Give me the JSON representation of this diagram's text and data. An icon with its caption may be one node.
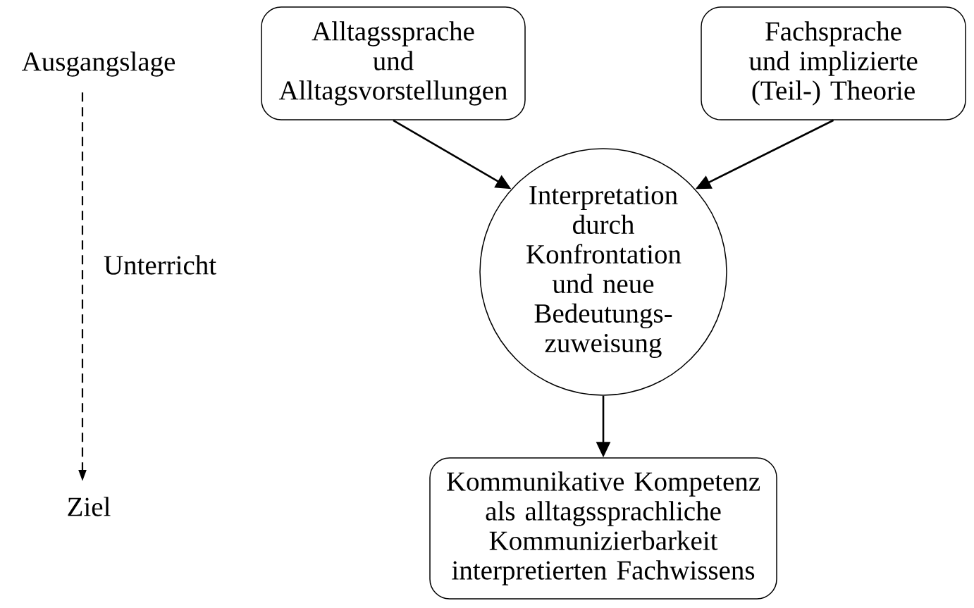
{
  "diagram": {
    "nodes": [
      {
        "text": [
          "Ausgangslage"
        ]
      },
      {
        "text": [
          "Ziel"
        ]
      },
      {
        "text": [
          "Alltagssprache und Alltagsvorstellungen"
        ]
      },
      {
        "text": [
          "Fachsprache und implizierte (Teil-) Theorie"
        ]
      },
      {
        "text": [
          "Interpretation durch Konfrontation und neue Bedeutungs- zuweisung"
        ]
      },
      {
        "text": [
          "Kommunikative Kompetenz als alltagssprachliche Kommunizierbarkeit interpretierten Fachwissens"
        ]
      }
    ],
    "edges": [
      {
        "from": 0,
        "to": 1,
        "arrow": "to",
        "style": "dashed",
        "label": "Unterricht"
      },
      {
        "from": 2,
        "to": 4,
        "arrow": "to"
      },
      {
        "from": 3,
        "to": 4,
        "arrow": "to"
      },
      {
        "from": 4,
        "to": 5,
        "arrow": "to"
      }
    ]
  }
}
